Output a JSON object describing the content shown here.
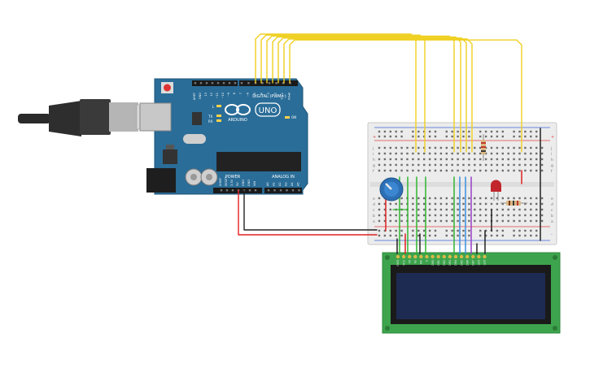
{
  "arduino": {
    "brand": "ARDUINO",
    "model": "UNO",
    "digital_header_label": "DIGITAL (PWM~)",
    "power_header_label": "POWER",
    "analog_header_label": "ANALOG IN",
    "led_labels": [
      "L",
      "TX",
      "RX",
      "ON"
    ],
    "digital_pins": [
      "AREF",
      "GND",
      "13",
      "12",
      "~11",
      "~10",
      "~9",
      "8",
      "7",
      "~6",
      "~5",
      "4",
      "~3",
      "2",
      "TX▸1",
      "RX◂0"
    ],
    "power_pins": [
      "IOREF",
      "RESET",
      "3.3V",
      "5V",
      "GND",
      "GND",
      "VIN"
    ],
    "analog_pins": [
      "A0",
      "A1",
      "A2",
      "A3",
      "A4",
      "A5"
    ]
  },
  "breadboard": {
    "row_letters_top": [
      "j",
      "i",
      "h",
      "g",
      "f"
    ],
    "row_letters_bottom": [
      "e",
      "d",
      "c",
      "b",
      "a"
    ],
    "rail_plus": "+",
    "rail_minus": "-"
  },
  "lcd": {
    "pin_labels": [
      "GND",
      "VCC",
      "V0",
      "RS",
      "RW",
      "E",
      "DB0",
      "DB1",
      "DB2",
      "DB3",
      "DB4",
      "DB5",
      "DB6",
      "DB7",
      "LED",
      "LED"
    ]
  },
  "colors": {
    "board_blue": "#2a6d98",
    "wire_yellow": "#f0d020",
    "wire_green": "#2fb52f",
    "wire_blue": "#3a8fe0",
    "wire_purple": "#9a3fc7",
    "wire_red": "#e02020",
    "wire_black": "#222222",
    "lcd_pcb": "#3da44d",
    "lcd_screen": "#1d2a52"
  }
}
